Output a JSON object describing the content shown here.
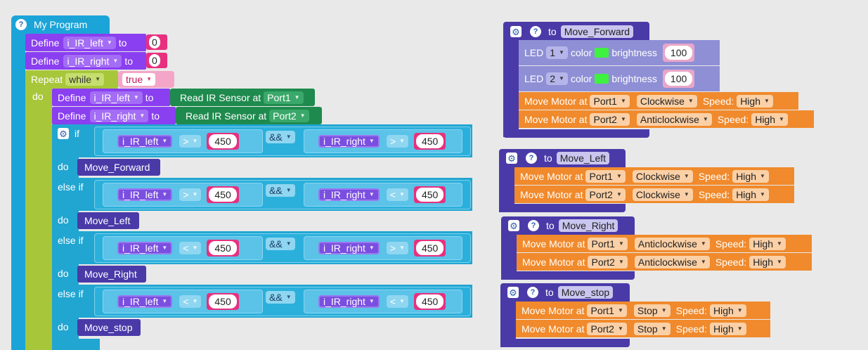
{
  "program": {
    "title": "My Program"
  },
  "defines": [
    {
      "keyword": "Define",
      "var": "i_IR_left",
      "to": "to",
      "value": "0"
    },
    {
      "keyword": "Define",
      "var": "i_IR_right",
      "to": "to",
      "value": "0"
    }
  ],
  "repeat": {
    "keyword": "Repeat",
    "mode": "while",
    "cond": "true",
    "do": "do"
  },
  "inner_defines": [
    {
      "keyword": "Define",
      "var": "i_IR_left",
      "to": "to",
      "read": "Read IR Sensor at",
      "port": "Port1"
    },
    {
      "keyword": "Define",
      "var": "i_IR_right",
      "to": "to",
      "read": "Read IR Sensor at",
      "port": "Port2"
    }
  ],
  "conditions": [
    {
      "keyword": "if",
      "left": {
        "var": "i_IR_left",
        "op": ">",
        "val": "450"
      },
      "logic": "&&",
      "right": {
        "var": "i_IR_right",
        "op": ">",
        "val": "450"
      },
      "do": "do",
      "call": "Move_Forward"
    },
    {
      "keyword": "else if",
      "left": {
        "var": "i_IR_left",
        "op": ">",
        "val": "450"
      },
      "logic": "&&",
      "right": {
        "var": "i_IR_right",
        "op": "<",
        "val": "450"
      },
      "do": "do",
      "call": "Move_Left"
    },
    {
      "keyword": "else if",
      "left": {
        "var": "i_IR_left",
        "op": "<",
        "val": "450"
      },
      "logic": "&&",
      "right": {
        "var": "i_IR_right",
        "op": ">",
        "val": "450"
      },
      "do": "do",
      "call": "Move_Right"
    },
    {
      "keyword": "else if",
      "left": {
        "var": "i_IR_left",
        "op": "<",
        "val": "450"
      },
      "logic": "&&",
      "right": {
        "var": "i_IR_right",
        "op": "<",
        "val": "450"
      },
      "do": "do",
      "call": "Move_stop"
    }
  ],
  "functions": {
    "forward": {
      "to": "to",
      "name": "Move_Forward",
      "leds": [
        {
          "label": "LED",
          "num": "1",
          "color_label": "color",
          "bright_label": "brightness",
          "value": "100"
        },
        {
          "label": "LED",
          "num": "2",
          "color_label": "color",
          "bright_label": "brightness",
          "value": "100"
        }
      ],
      "motors": [
        {
          "label": "Move Motor at",
          "port": "Port1",
          "dir": "Clockwise",
          "speed_label": "Speed:",
          "speed": "High"
        },
        {
          "label": "Move Motor at",
          "port": "Port2",
          "dir": "Anticlockwise",
          "speed_label": "Speed:",
          "speed": "High"
        }
      ]
    },
    "left": {
      "to": "to",
      "name": "Move_Left",
      "motors": [
        {
          "label": "Move Motor at",
          "port": "Port1",
          "dir": "Clockwise",
          "speed_label": "Speed:",
          "speed": "High"
        },
        {
          "label": "Move Motor at",
          "port": "Port2",
          "dir": "Clockwise",
          "speed_label": "Speed:",
          "speed": "High"
        }
      ]
    },
    "right": {
      "to": "to",
      "name": "Move_Right",
      "motors": [
        {
          "label": "Move Motor at",
          "port": "Port1",
          "dir": "Anticlockwise",
          "speed_label": "Speed:",
          "speed": "High"
        },
        {
          "label": "Move Motor at",
          "port": "Port2",
          "dir": "Anticlockwise",
          "speed_label": "Speed:",
          "speed": "High"
        }
      ]
    },
    "stop": {
      "to": "to",
      "name": "Move_stop",
      "motors": [
        {
          "label": "Move Motor at",
          "port": "Port1",
          "dir": "Stop",
          "speed_label": "Speed:",
          "speed": "High"
        },
        {
          "label": "Move Motor at",
          "port": "Port2",
          "dir": "Stop",
          "speed_label": "Speed:",
          "speed": "High"
        }
      ]
    }
  },
  "icons": {
    "help": "?",
    "gear": "⚙",
    "dropdown": "▼"
  },
  "colors": {
    "program": "#1ba4d8",
    "define": "#8a3ff0",
    "repeat": "#a8c63a",
    "sensor": "#1f8a4e",
    "if": "#21a6d2",
    "variable": "#7a4fe0",
    "operator": "#62c4e6",
    "number": "#e8307f",
    "function": "#4a3aa8",
    "led": "#8f8fd6",
    "motor": "#f08a2c",
    "canvas": "#e9e9e9"
  }
}
